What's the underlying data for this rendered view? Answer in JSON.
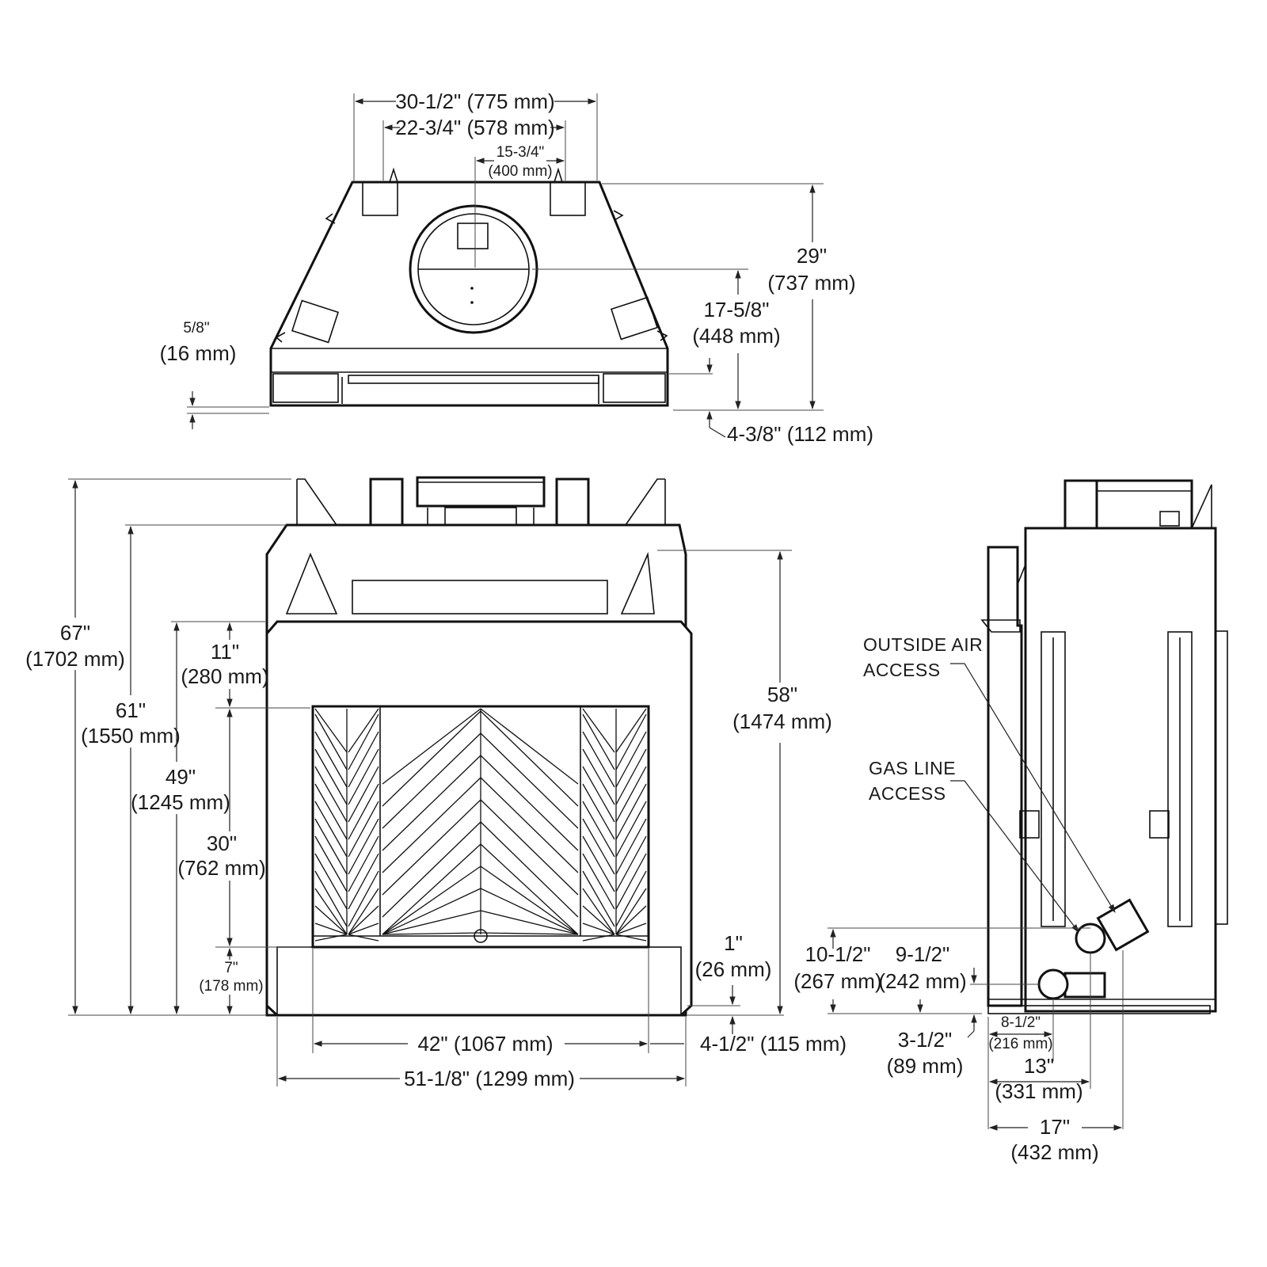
{
  "top_view": {
    "dim_width": "30-1/2\" (775 mm)",
    "dim_inner": "22-3/4\" (578 mm)",
    "dim_flue_offset": "15-3/4\"",
    "dim_flue_offset_mm": "(400 mm)",
    "dim_depth": "29\"",
    "dim_depth_mm": "(737 mm)",
    "dim_flue_depth": "17-5/8\"",
    "dim_flue_depth_mm": "(448 mm)",
    "dim_base": "5/8\"",
    "dim_base_mm": "(16 mm)",
    "dim_front": "4-3/8\" (112 mm)"
  },
  "front_view": {
    "dim_overall_h": "67\"",
    "dim_overall_h_mm": "(1702 mm)",
    "dim_cabinet_h": "61\"",
    "dim_cabinet_h_mm": "(1550 mm)",
    "dim_face_h": "49\"",
    "dim_face_h_mm": "(1245 mm)",
    "dim_top_gap": "11\"",
    "dim_top_gap_mm": "(280 mm)",
    "dim_opening_h": "30\"",
    "dim_opening_h_mm": "(762 mm)",
    "dim_hearth": "7\"",
    "dim_hearth_mm": "(178 mm)",
    "dim_flue_h": "58\"",
    "dim_flue_h_mm": "(1474 mm)",
    "dim_base_step": "1\"",
    "dim_base_step_mm": "(26 mm)",
    "dim_opening_w": "42\" (1067 mm)",
    "dim_side_offset": "4-1/2\" (115 mm)",
    "dim_overall_w": "51-1/8\" (1299 mm)"
  },
  "side_view": {
    "outside_air_1": "OUTSIDE AIR",
    "outside_air_2": "ACCESS",
    "gas_line_1": "GAS LINE",
    "gas_line_2": "ACCESS",
    "dim_air_h": "10-1/2\"",
    "dim_air_h_mm": "(267 mm)",
    "dim_gas_h": "9-1/2\"",
    "dim_gas_h_mm": "(242 mm)",
    "dim_gas_low": "3-1/2\"",
    "dim_gas_low_mm": "(89 mm)",
    "dim_gas_x": "8-1/2\"",
    "dim_gas_x_mm": "(216 mm)",
    "dim_air_x": "13\"",
    "dim_air_x_mm": "(331 mm)",
    "dim_depth": "17\"",
    "dim_depth_mm": "(432 mm)"
  }
}
